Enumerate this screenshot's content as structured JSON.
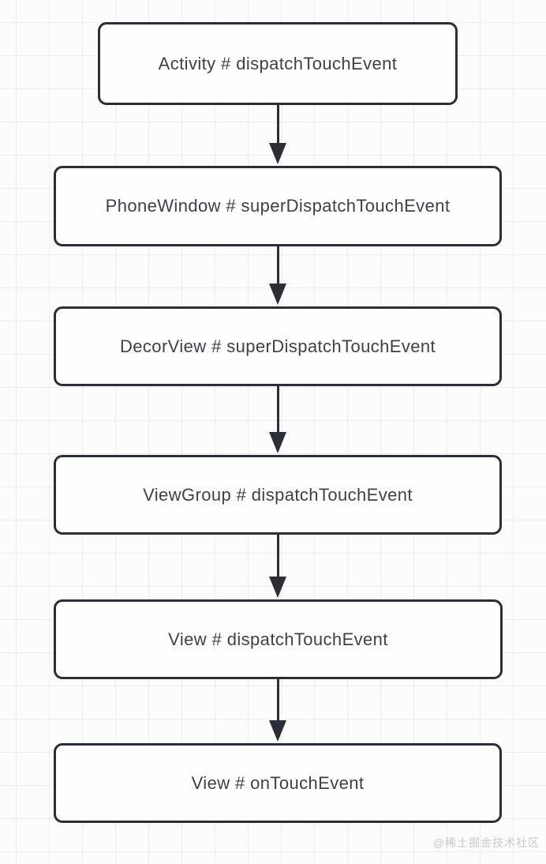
{
  "diagram": {
    "type": "flowchart",
    "direction": "top-to-bottom",
    "nodes": [
      {
        "id": "n1",
        "label": "Activity # dispatchTouchEvent"
      },
      {
        "id": "n2",
        "label": "PhoneWindow # superDispatchTouchEvent"
      },
      {
        "id": "n3",
        "label": "DecorView # superDispatchTouchEvent"
      },
      {
        "id": "n4",
        "label": "ViewGroup # dispatchTouchEvent"
      },
      {
        "id": "n5",
        "label": "View # dispatchTouchEvent"
      },
      {
        "id": "n6",
        "label": "View # onTouchEvent"
      }
    ],
    "edges": [
      {
        "from": "n1",
        "to": "n2",
        "style": "arrow-down"
      },
      {
        "from": "n2",
        "to": "n3",
        "style": "arrow-down"
      },
      {
        "from": "n3",
        "to": "n4",
        "style": "arrow-down"
      },
      {
        "from": "n4",
        "to": "n5",
        "style": "arrow-down"
      },
      {
        "from": "n5",
        "to": "n6",
        "style": "arrow-down"
      }
    ]
  },
  "watermark": "@稀土掘金技术社区",
  "colors": {
    "node_border": "#2b2e36",
    "node_fill": "#fefefe",
    "node_text": "#3d4149",
    "arrow": "#2b2e36",
    "grid_line": "#ededed",
    "background": "#fcfcfc",
    "watermark_text": "#c9c9c9"
  }
}
